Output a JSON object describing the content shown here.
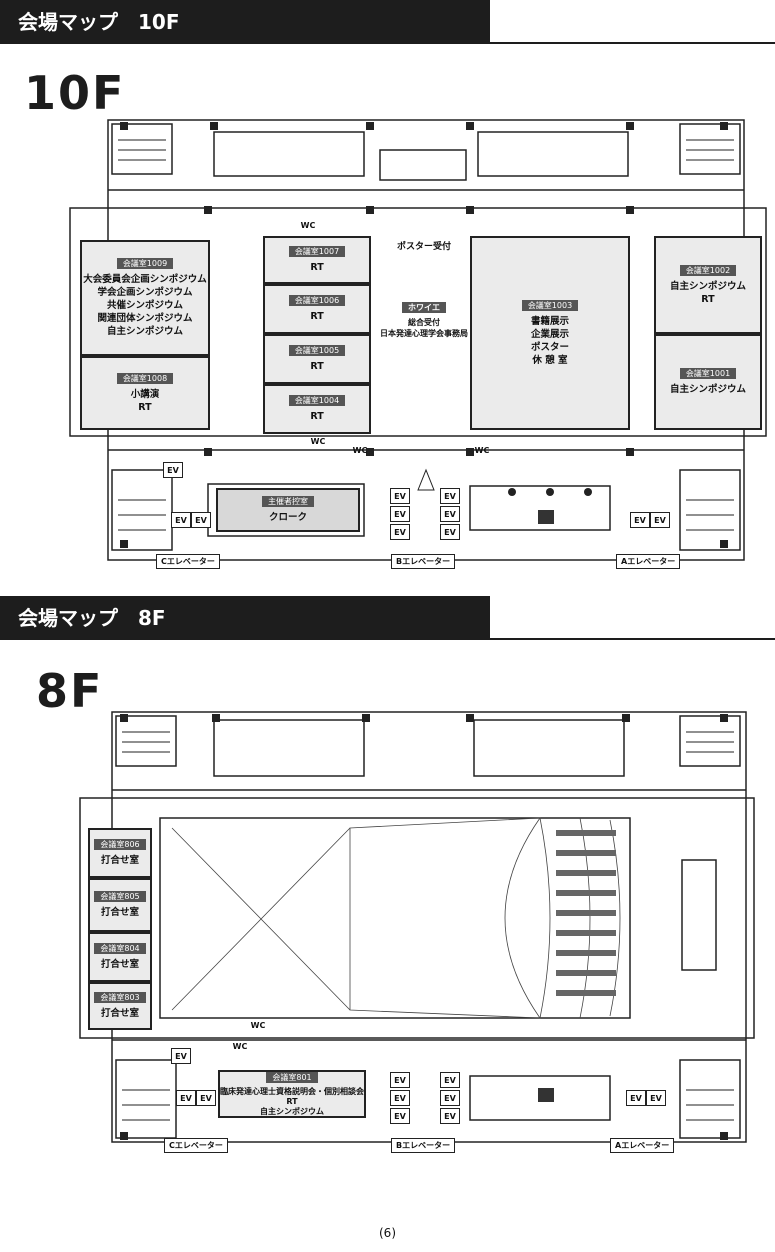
{
  "sections": [
    {
      "banner": "会場マップ　10F",
      "floor": "10F",
      "rooms": {
        "r1009": {
          "tag": "会議室1009",
          "text": "大会委員会企画シンポジウム\n学会企画シンポジウム\n共催シンポジウム\n関連団体シンポジウム\n自主シンポジウム"
        },
        "r1008": {
          "tag": "会議室1008",
          "text": "小講演\nRT"
        },
        "r1007": {
          "tag": "会議室1007",
          "text": "RT"
        },
        "r1006": {
          "tag": "会議室1006",
          "text": "RT"
        },
        "r1005": {
          "tag": "会議室1005",
          "text": "RT"
        },
        "r1004": {
          "tag": "会議室1004",
          "text": "RT"
        },
        "r1003": {
          "tag": "会議室1003",
          "text": "書籍展示\n企業展示\nポスター\n休 憩 室"
        },
        "r1002": {
          "tag": "会議室1002",
          "text": "自主シンポジウム\nRT"
        },
        "r1001": {
          "tag": "会議室1001",
          "text": "自主シンポジウム"
        },
        "cloak": {
          "tag": "主催者控室",
          "text": "クローク"
        },
        "foyer": {
          "tag": "ホワイエ",
          "text": "総合受付\n日本発達心理学会事務局"
        }
      },
      "poster": "ポスター受付",
      "wc": "WC",
      "ev": "EV",
      "elevators": {
        "c": "Cエレベーター",
        "b": "Bエレベーター",
        "a": "Aエレベーター"
      }
    },
    {
      "banner": "会場マップ　8F",
      "floor": "8F",
      "rooms": {
        "r806": {
          "tag": "会議室806",
          "text": "打合せ室"
        },
        "r805": {
          "tag": "会議室805",
          "text": "打合せ室"
        },
        "r804": {
          "tag": "会議室804",
          "text": "打合せ室"
        },
        "r803": {
          "tag": "会議室803",
          "text": "打合せ室"
        },
        "r801": {
          "tag": "会議室801",
          "text": "臨床発達心理士資格説明会・個別相談会\nRT\n自主シンポジウム"
        }
      },
      "wc": "WC",
      "ev": "EV",
      "elevators": {
        "c": "Cエレベーター",
        "b": "Bエレベーター",
        "a": "Aエレベーター"
      }
    }
  ],
  "page_number": "(6)"
}
